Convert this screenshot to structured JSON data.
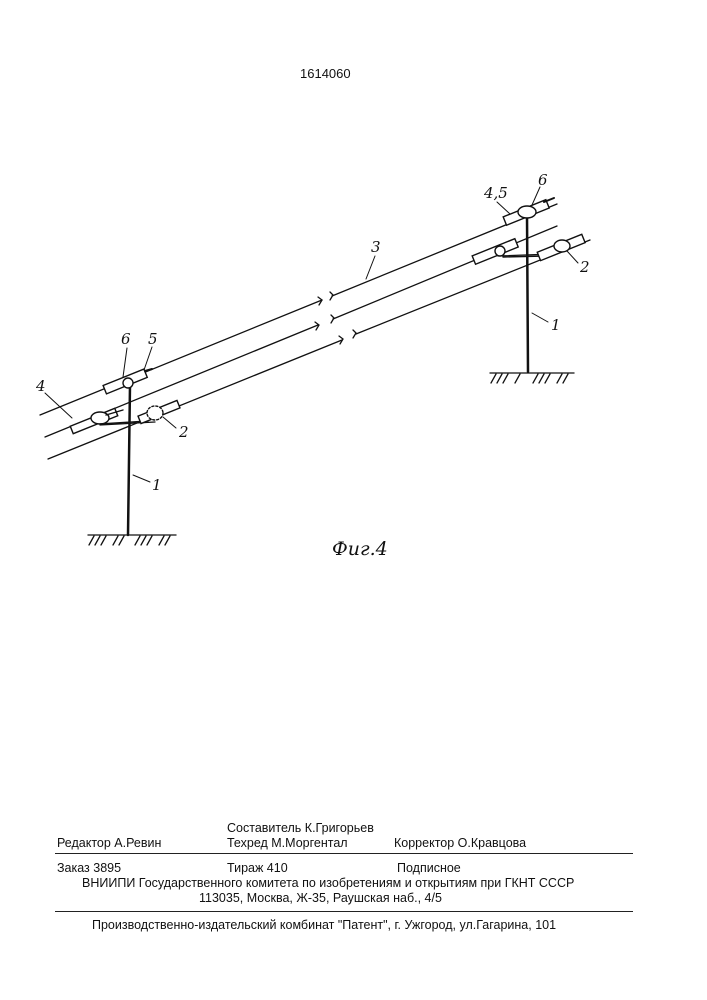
{
  "patent_number": "1614060",
  "figure": {
    "caption": "Фиг.4",
    "labels": {
      "support_left": "1",
      "support_right": "1",
      "label_2_left": "2",
      "label_2_right": "2",
      "label_3": "3",
      "label_4": "4",
      "label_45": "4,5",
      "label_5": "5",
      "label_6_left": "6",
      "label_6_right": "6"
    }
  },
  "imprint": {
    "compiler": "Составитель К.Григорьев",
    "editor": "Редактор А.Ревин",
    "techred": "Техред М.Моргентал",
    "corrector": "Корректор  О.Кравцова",
    "order": "Заказ  3895",
    "circulation": "Тираж 410",
    "subscription": "Подписное",
    "org_line": "ВНИИПИ Государственного комитета по изобретениям и открытиям при ГКНТ СССР",
    "address": "113035, Москва, Ж-35, Раушская наб., 4/5",
    "publisher": "Производственно-издательский комбинат \"Патент\", г. Ужгород, ул.Гагарина, 101"
  }
}
